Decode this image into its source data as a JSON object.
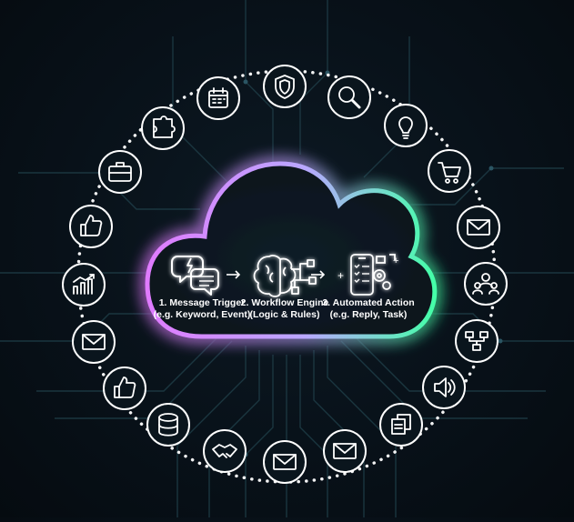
{
  "colors": {
    "background": "#081119",
    "circuit": "#1d3a44",
    "ring": "#ffffff",
    "cloud_glow_left": "#e07bff",
    "cloud_glow_right": "#44ffa8"
  },
  "steps": [
    {
      "icon": "message-bubbles-icon",
      "line1": "1. Message Trigger",
      "line2": "(e.g. Keyword, Event)"
    },
    {
      "icon": "workflow-brain-icon",
      "line1": "2. Workflow Engine",
      "line2": "(Logic & Rules)"
    },
    {
      "icon": "phone-gears-icon",
      "line1": "3. Automated Action",
      "line2": "(e.g. Reply, Task)"
    }
  ],
  "ring_icons": [
    "shield-icon",
    "magnifier-icon",
    "lightbulb-icon",
    "shopping-cart-icon",
    "envelope-icon",
    "team-icon",
    "flowchart-icon",
    "speaker-icon",
    "documents-icon",
    "envelope-icon",
    "envelope-icon",
    "handshake-icon",
    "database-icon",
    "thumbs-up-icon",
    "envelope-icon",
    "growth-chart-icon",
    "thumbs-up-icon",
    "briefcase-icon",
    "puzzle-icon",
    "calendar-icon"
  ]
}
